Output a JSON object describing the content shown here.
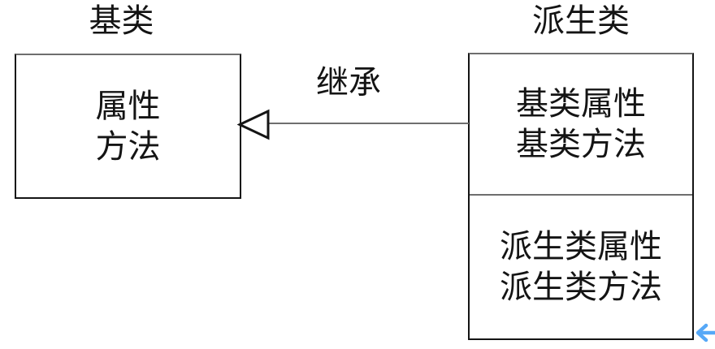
{
  "base_class": {
    "title": "基类",
    "members": [
      "属性",
      "方法"
    ]
  },
  "derived_class": {
    "title": "派生类",
    "inherited_members": [
      "基类属性",
      "基类方法"
    ],
    "own_members": [
      "派生类属性",
      "派生类方法"
    ]
  },
  "relation": {
    "label": "继承",
    "type": "inheritance",
    "arrowhead": "hollow-left-triangle"
  },
  "annotation": {
    "type": "left-arrow",
    "color": "#56a8f7"
  },
  "colors": {
    "box_border_vertical": "#141414",
    "box_border_horizontal": "#6e6e6e",
    "connector_line": "#6e6e6e",
    "text": "#141414",
    "background": "#ffffff"
  }
}
